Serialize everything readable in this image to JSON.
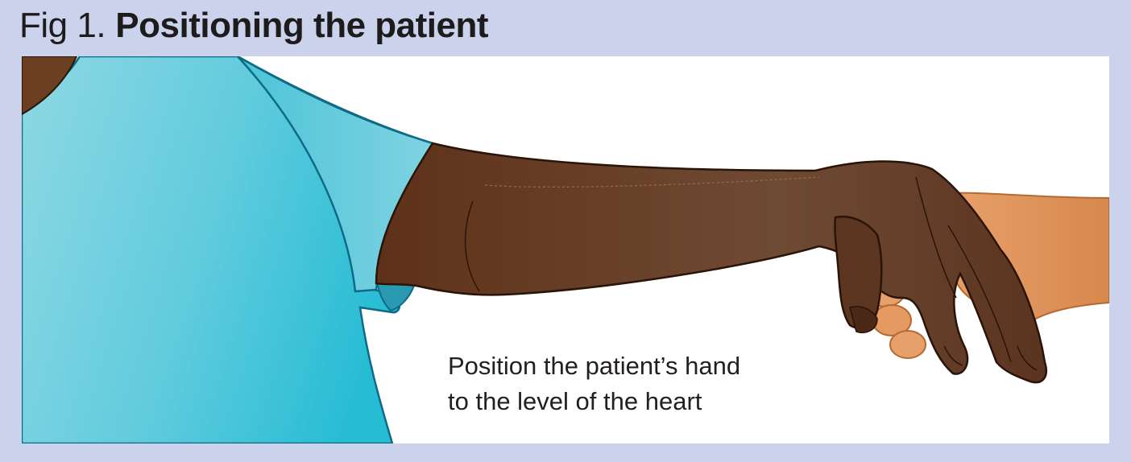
{
  "figure": {
    "label": "Fig 1.",
    "title": "Positioning the patient"
  },
  "caption": {
    "line1": "Position the patient’s hand",
    "line2": "to the level of the heart"
  },
  "colors": {
    "background": "#cbd2ec",
    "panel": "#ffffff",
    "gown": "#3ec6da",
    "gown_outline": "#0e6b86",
    "patient_skin": "#6b4128",
    "patient_outline": "#2a1409",
    "clinician_skin": "#e0955a",
    "text": "#231f20"
  }
}
